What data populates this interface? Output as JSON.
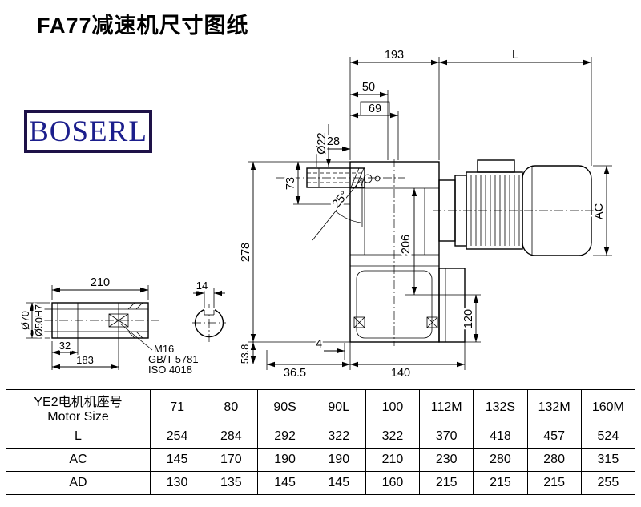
{
  "title": "FA77减速机尺寸图纸",
  "logo": {
    "text": "BOSERL"
  },
  "drawing": {
    "dims": {
      "w193": "193",
      "L": "L",
      "w50": "50",
      "w69": "69",
      "dia22": "Ø22",
      "w28": "28",
      "h73": "73",
      "angle25": "25°",
      "h278": "278",
      "h206": "206",
      "hAC": "AC",
      "h120": "120",
      "w4": "4",
      "w36_5": "36.5",
      "w140": "140",
      "h53_8": "53.8",
      "w210": "210",
      "w14": "14",
      "dia70": "Ø70",
      "dia50": "Ø50H7",
      "w32": "32",
      "w183": "183",
      "bolt": "M16",
      "bolt_std1": "GB/T 5781",
      "bolt_std2": "ISO 4018"
    }
  },
  "table": {
    "row_header_line1": "YE2电机机座号",
    "row_header_line2": "Motor Size",
    "motor_sizes": [
      "71",
      "80",
      "90S",
      "90L",
      "100",
      "112M",
      "132S",
      "132M",
      "160M"
    ],
    "rows": [
      {
        "label": "L",
        "values": [
          "254",
          "284",
          "292",
          "322",
          "322",
          "370",
          "418",
          "457",
          "524"
        ]
      },
      {
        "label": "AC",
        "values": [
          "145",
          "170",
          "190",
          "190",
          "210",
          "230",
          "280",
          "280",
          "315"
        ]
      },
      {
        "label": "AD",
        "values": [
          "130",
          "135",
          "145",
          "145",
          "160",
          "215",
          "215",
          "215",
          "255"
        ]
      }
    ]
  }
}
